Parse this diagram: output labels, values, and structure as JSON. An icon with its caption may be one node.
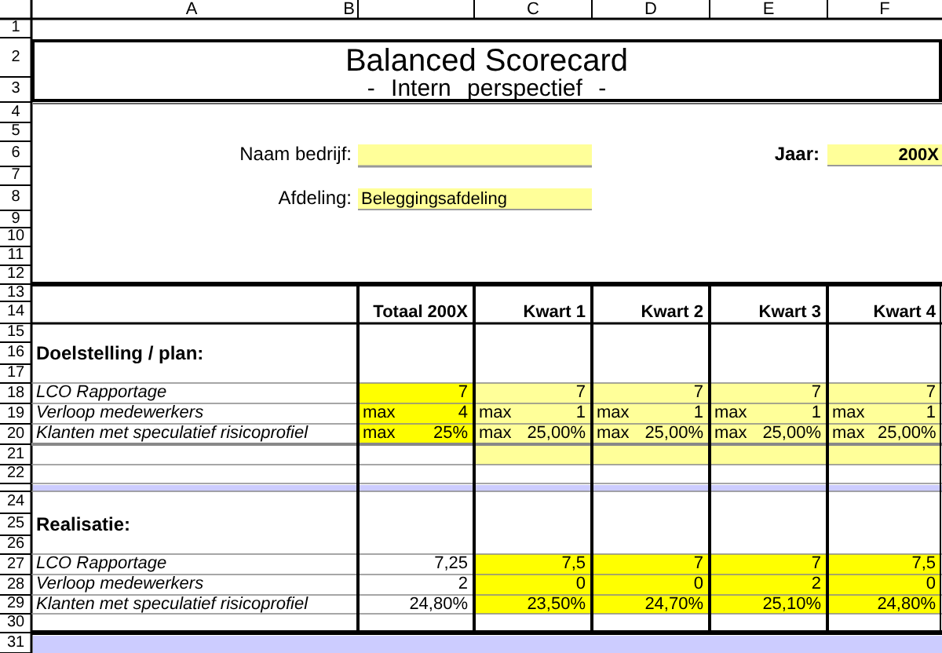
{
  "diagram": {
    "title": "Balanced Scorecard",
    "labels": [
      "A",
      "B",
      "C",
      "D",
      "E",
      "F",
      "1",
      "2",
      "3",
      "4",
      "5",
      "6",
      "7",
      "8",
      "9",
      "10",
      "11",
      "12",
      "13",
      "14",
      "15",
      "16",
      "17",
      "18",
      "19",
      "20",
      "21",
      "22",
      "24",
      "25",
      "26",
      "27",
      "28",
      "29",
      "30",
      "31",
      "- Intern perspectief -",
      "Naam bedrijf:",
      "Jaar:",
      "200X",
      "Afdeling:",
      "Beleggingsafdeling",
      "Totaal 200X",
      "Kwart 1",
      "Kwart 2",
      "Kwart 3",
      "Kwart 4",
      "Doelstelling / plan:",
      "LCO Rapportage",
      "7",
      "7",
      "7",
      "7",
      "7",
      "Verloop medewerkers",
      "max",
      "4",
      "max",
      "1",
      "max",
      "1",
      "max",
      "1",
      "max",
      "1",
      "Klanten met speculatief risicoprofiel",
      "max",
      "25%",
      "max",
      "25,00%",
      "max",
      "25,00%",
      "max",
      "25,00%",
      "max",
      "25,00%",
      "Realisatie:",
      "LCO Rapportage",
      "7,25",
      "7,5",
      "7",
      "7",
      "7,5",
      "Verloop medewerkers",
      "2",
      "0",
      "0",
      "2",
      "0",
      "Klanten met speculatief risicoprofiel",
      "24,80%",
      "23,50%",
      "24,70%",
      "25,10%",
      "24,80%"
    ]
  }
}
